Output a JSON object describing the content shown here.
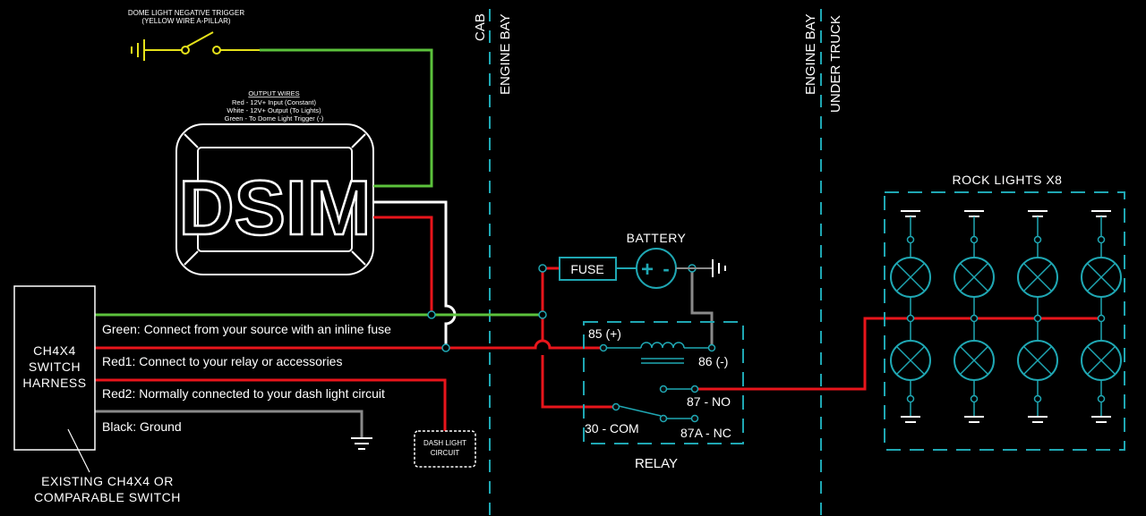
{
  "colors": {
    "background": "#000000",
    "wire_green": "#5cc23c",
    "wire_red": "#e8151b",
    "wire_white": "#ffffff",
    "wire_gray": "#8a8a8a",
    "wire_yellow": "#e6e21a",
    "component_cyan": "#1fa7b3"
  },
  "dome_trigger": {
    "line1": "DOME LIGHT NEGATIVE TRIGGER",
    "line2": "(YELLOW WIRE A-PILLAR)"
  },
  "dsim": {
    "logo_text": "DSIM",
    "legend_title": "OUTPUT WIRES",
    "legend_lines": [
      "Red - 12V+ Input (Constant)",
      "White - 12V+ Output (To Lights)",
      "Green - To Dome Light Trigger (-)"
    ]
  },
  "zones": {
    "divider1_left": "CAB",
    "divider1_right": "ENGINE BAY",
    "divider2_left": "ENGINE BAY",
    "divider2_right": "UNDER TRUCK"
  },
  "harness": {
    "label_lines": [
      "CH4X4",
      "SWITCH",
      "HARNESS"
    ],
    "wires": [
      "Green: Connect from your source with an inline fuse",
      "Red1: Connect to your relay or accessories",
      "Red2: Normally connected to your dash light circuit",
      "Black: Ground"
    ],
    "note_lines": [
      "EXISTING CH4X4 OR",
      "COMPARABLE SWITCH"
    ]
  },
  "dash_light": {
    "line1": "DASH LIGHT",
    "line2": "CIRCUIT"
  },
  "power": {
    "fuse_label": "FUSE",
    "battery_label": "BATTERY",
    "battery_plus": "+",
    "battery_minus": "-"
  },
  "relay": {
    "title": "RELAY",
    "pin85": "85 (+)",
    "pin86": "86 (-)",
    "pin87": "87 - NO",
    "pin30": "30 - COM",
    "pin87a": "87A - NC"
  },
  "rock_lights": {
    "title": "ROCK LIGHTS X8"
  }
}
